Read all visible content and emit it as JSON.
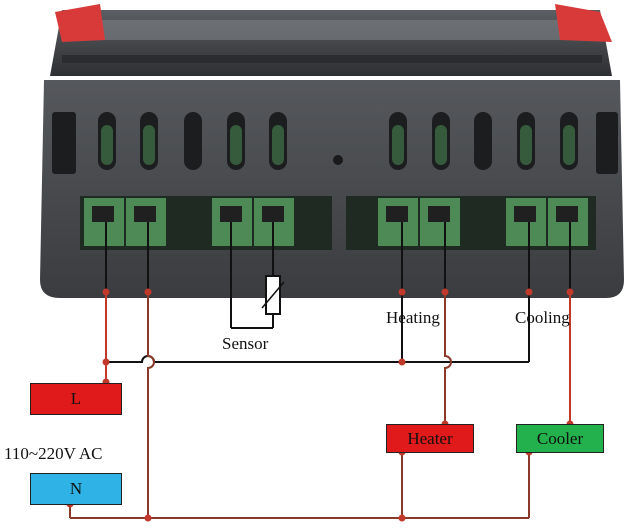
{
  "labels": {
    "sensor": "Sensor",
    "heating": "Heating",
    "cooling": "Cooling",
    "voltage": "110~220V AC"
  },
  "boxes": {
    "live": "L",
    "neutral": "N",
    "heater": "Heater",
    "cooler": "Cooler"
  },
  "colors": {
    "housing": "#47494c",
    "terminal_green": "#4e8a56",
    "red_end_caps": "#d83a3a",
    "live_box": "#e0191b",
    "neutral_box": "#2fb3e6",
    "heater_box": "#e0191b",
    "cooler_box": "#22b14c",
    "red_wire": "#c0392b",
    "brown_wire": "#8b3a2a",
    "black_wire": "#111111"
  }
}
